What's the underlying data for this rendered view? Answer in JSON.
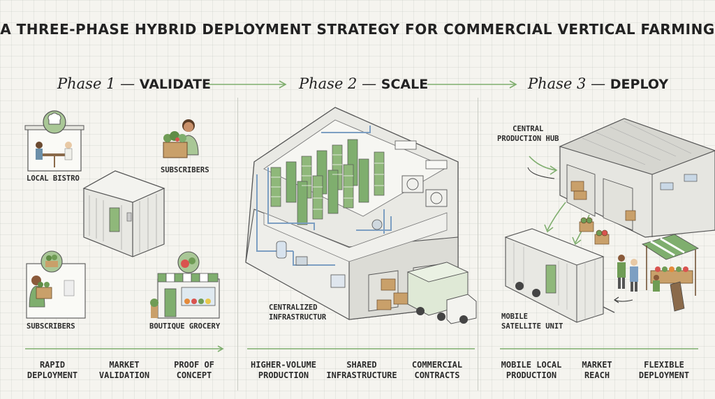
{
  "title": "A THREE-PHASE HYBRID DEPLOYMENT STRATEGY FOR COMMERCIAL VERTICAL FARMING",
  "phases": [
    {
      "name": "Phase 1",
      "sep": " — ",
      "emphasis": "VALIDATE"
    },
    {
      "name": "Phase 2",
      "sep": " — ",
      "emphasis": "SCALE"
    },
    {
      "name": "Phase 3",
      "sep": " — ",
      "emphasis": "DEPLOY"
    }
  ],
  "phase1": {
    "labels": {
      "local_bistro": "LOCAL BISTRO",
      "subscribers_top": "SUBSCRIBERS",
      "subscribers_bottom": "SUBSCRIBERS",
      "boutique_grocery": "BOUTIQUE GROCERY"
    },
    "benefits": [
      {
        "line1": "RAPID",
        "line2": "DEPLOYMENT"
      },
      {
        "line1": "MARKET",
        "line2": "VALIDATION"
      },
      {
        "line1": "PROOF OF",
        "line2": "CONCEPT"
      }
    ]
  },
  "phase2": {
    "labels": {
      "line1": "CENTRALIZED",
      "line2": "INFRASTRUCTUR"
    },
    "benefits": [
      {
        "line1": "HIGHER-VOLUME",
        "line2": "PRODUCTION"
      },
      {
        "line1": "SHARED",
        "line2": "INFRASTRUCTURE"
      },
      {
        "line1": "COMMERCIAL",
        "line2": "CONTRACTS"
      }
    ]
  },
  "phase3": {
    "labels": {
      "hub_line1": "CENTRAL",
      "hub_line2": "PRODUCTION HUB",
      "unit_line1": "MOBILE",
      "unit_line2": "SATELLITE UNIT"
    },
    "benefits": [
      {
        "line1": "MOBILE LOCAL",
        "line2": "PRODUCTION"
      },
      {
        "line1": "MARKET",
        "line2": "REACH"
      },
      {
        "line1": "FLEXIBLE",
        "line2": "DEPLOYMENT"
      }
    ]
  },
  "colors": {
    "accent_green": "#7fae6e",
    "leaf_green": "#6f9c55",
    "building_gray": "#e3e3de",
    "pipe_blue": "#7d9fc2",
    "crate_tan": "#c9a06a"
  }
}
